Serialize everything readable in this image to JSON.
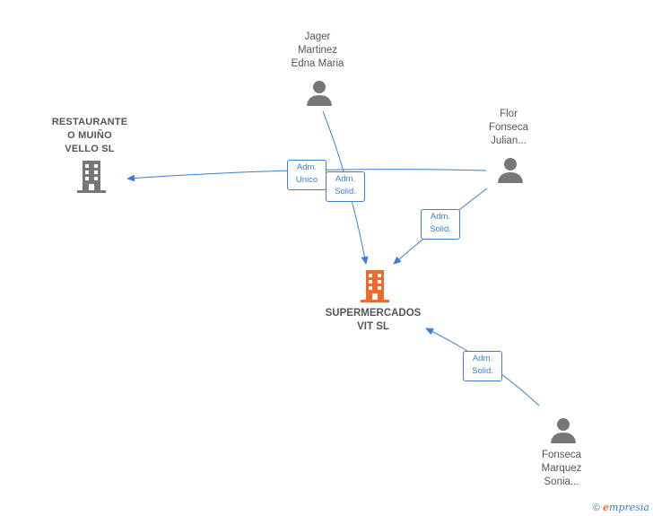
{
  "nodes": {
    "jager": {
      "lines": [
        "Jager",
        "Martinez",
        "Edna Maria"
      ]
    },
    "flor": {
      "lines": [
        "Flor",
        "Fonseca",
        "Julian..."
      ]
    },
    "restaurante": {
      "lines": [
        "RESTAURANTE",
        "O MUIÑO",
        "VELLO  SL"
      ]
    },
    "supermercados": {
      "lines": [
        "SUPERMERCADOS",
        "VIT  SL"
      ]
    },
    "fonseca_marquez": {
      "lines": [
        "Fonseca",
        "Marquez",
        "Sonia..."
      ]
    }
  },
  "edges": {
    "flor_restaurante": {
      "line1": "Adm.",
      "line2": "Unico"
    },
    "jager_super": {
      "line1": "Adm.",
      "line2": "Solid."
    },
    "flor_super": {
      "line1": "Adm.",
      "line2": "Solid."
    },
    "sonia_super": {
      "line1": "Adm.",
      "line2": "Solid."
    }
  },
  "colors": {
    "edge": "#3a7fd5",
    "person": "#777777",
    "company": "#777777",
    "main_company": "#f06a2a"
  },
  "footer": {
    "copyright": "©",
    "brand_e": "e",
    "brand_rest": "mpresia"
  }
}
